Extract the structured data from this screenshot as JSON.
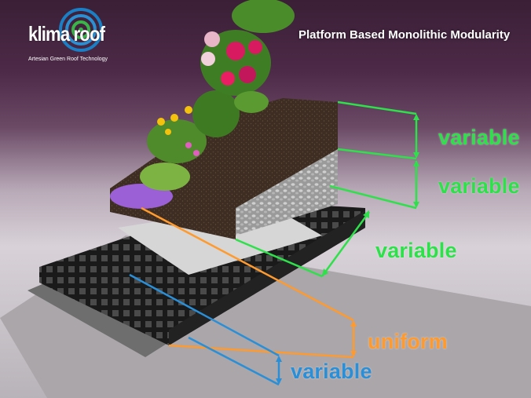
{
  "brand": {
    "name": "klima roof",
    "tagline": "Artesian Green Roof Technology",
    "icon": "fingerprint-swirl-logo",
    "colors": [
      "#1a7fc4",
      "#39b54a"
    ]
  },
  "title": "Platform Based Monolithic Modularity",
  "layers": [
    {
      "label": "variable",
      "color": "#2ee04a"
    },
    {
      "label": "variable",
      "color": "#2ee04a"
    },
    {
      "label": "variable",
      "color": "#2ee04a"
    },
    {
      "label": "uniform",
      "color": "#ff9a2e"
    },
    {
      "label": "variable",
      "color": "#2a8fd6"
    }
  ]
}
